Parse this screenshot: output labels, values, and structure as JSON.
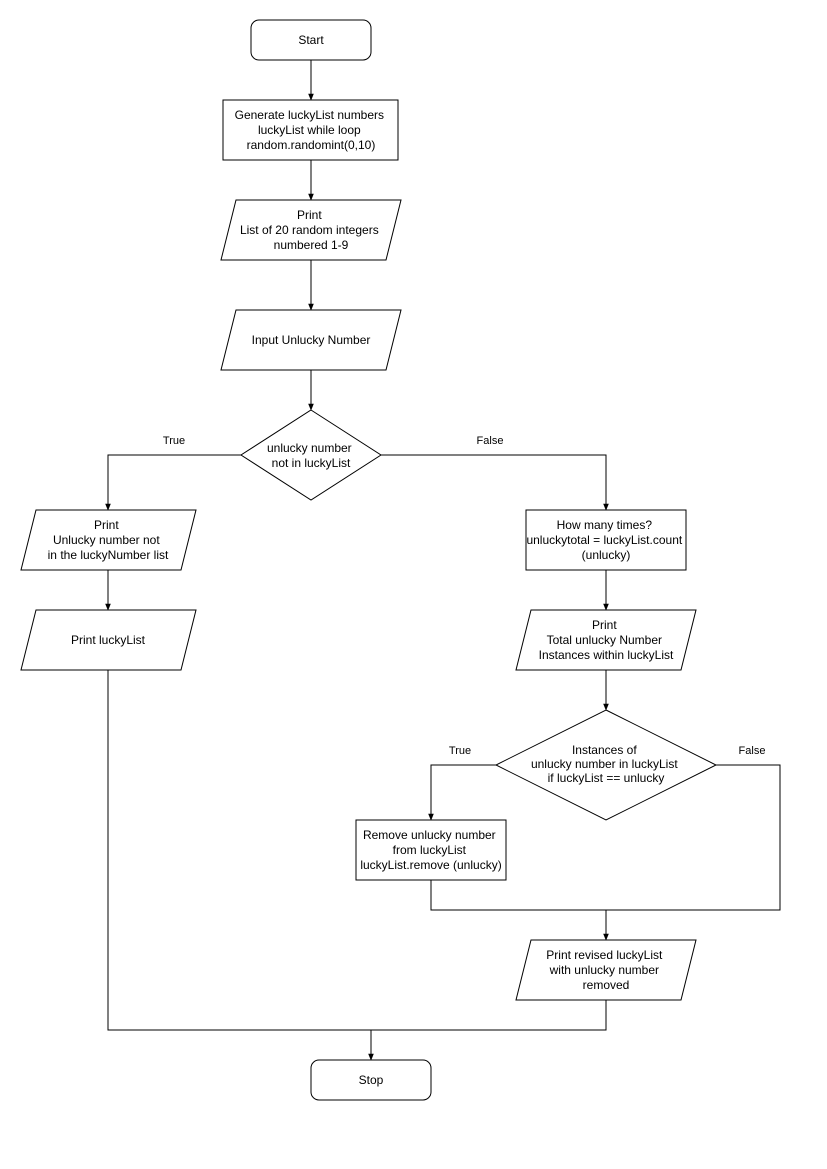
{
  "nodes": {
    "start": {
      "lines": [
        "Start"
      ]
    },
    "generate": {
      "lines": [
        "Generate luckyList numbers",
        "luckyList while loop",
        "random.randomint(0,10)"
      ]
    },
    "print_list": {
      "lines": [
        "Print",
        "List of 20 random integers",
        "numbered 1-9"
      ]
    },
    "input_unlucky": {
      "lines": [
        "Input Unlucky Number"
      ]
    },
    "decision_not_in": {
      "lines": [
        "unlucky number",
        "not in luckyList"
      ]
    },
    "print_not_in": {
      "lines": [
        "Print",
        "Unlucky number not",
        "in the luckyNumber list"
      ]
    },
    "print_lucky_list": {
      "lines": [
        "Print luckyList"
      ]
    },
    "count": {
      "lines": [
        "How many times?",
        "unluckytotal = luckyList.count",
        "(unlucky)"
      ]
    },
    "print_total": {
      "lines": [
        "Print",
        "Total unlucky Number",
        "Instances within luckyList"
      ]
    },
    "decision_instances": {
      "lines": [
        "Instances of",
        "unlucky number in luckyList",
        "if luckyList == unlucky"
      ]
    },
    "remove": {
      "lines": [
        "Remove unlucky number",
        "from luckyList",
        "luckyList.remove (unlucky)"
      ]
    },
    "print_revised": {
      "lines": [
        "Print revised luckyList",
        "with unlucky number",
        "removed"
      ]
    },
    "stop": {
      "lines": [
        "Stop"
      ]
    }
  },
  "edge_labels": {
    "d1_true": "True",
    "d1_false": "False",
    "d2_true": "True",
    "d2_false": "False"
  },
  "colors": {
    "stroke": "#000000",
    "fill": "#ffffff",
    "background": "#ffffff"
  }
}
